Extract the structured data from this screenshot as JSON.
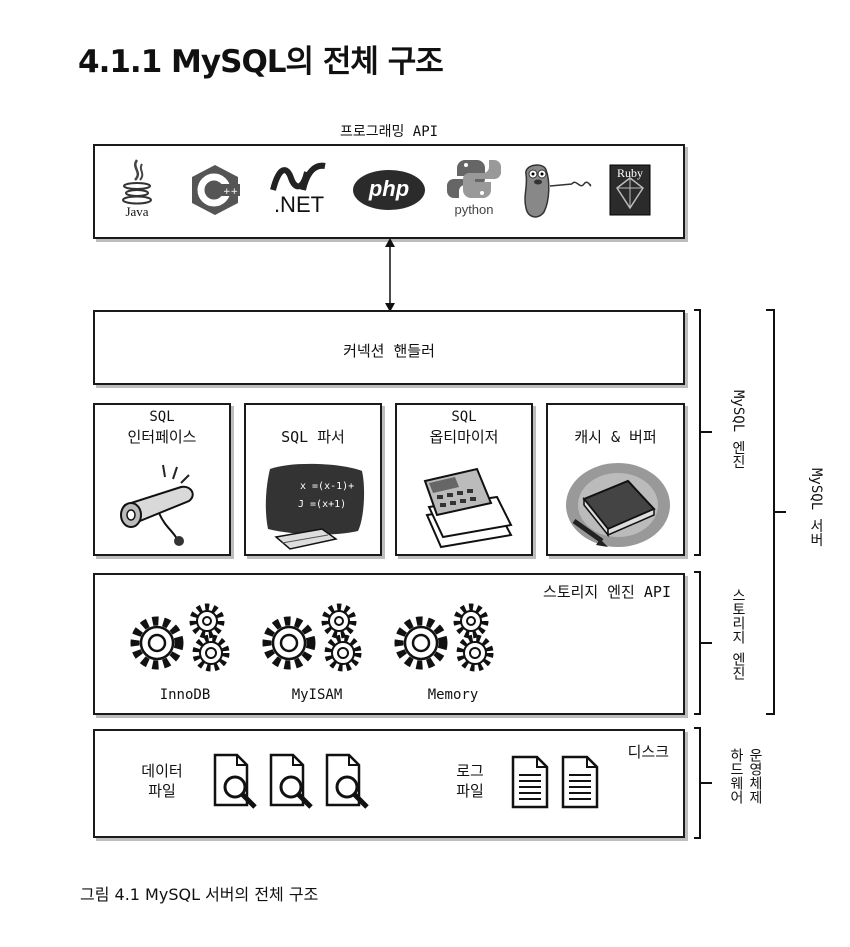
{
  "title": "4.1.1 MySQL의 전체 구조",
  "programming_api": {
    "label": "프로그래밍 API",
    "icons": [
      "java-icon",
      "c-plus-plus-icon",
      "dotnet-icon",
      "php-icon",
      "python-icon",
      "go-icon",
      "ruby-icon"
    ],
    "java_text": "Java",
    "dotnet_text": ".NET",
    "php_text": "php",
    "python_text": "python",
    "ruby_text": "Ruby"
  },
  "connection_handler": "커넥션 핸들러",
  "modules": [
    {
      "line1": "SQL",
      "line2": "인터페이스",
      "icon": "scroll-icon"
    },
    {
      "line1": "",
      "line2": "SQL 파서",
      "icon": "chalkboard-icon"
    },
    {
      "line1": "SQL",
      "line2": "옵티마이저",
      "icon": "calculator-icon"
    },
    {
      "line1": "",
      "line2": "캐시 & 버퍼",
      "icon": "notebook-icon"
    }
  ],
  "storage_engine": {
    "label": "스토리지 엔진 API",
    "engines": [
      "InnoDB",
      "MyISAM",
      "Memory"
    ]
  },
  "disk": {
    "label": "디스크",
    "data_files_line1": "데이터",
    "data_files_line2": "파일",
    "log_files_line1": "로그",
    "log_files_line2": "파일"
  },
  "side_labels": {
    "mysql_engine": "MySQL 엔진",
    "storage_engine": "스토리지 엔진",
    "mysql_server": "MySQL 서버",
    "os_hardware_line1": "운영체제",
    "os_hardware_line2": "하드웨어"
  },
  "caption": "그림 4.1 MySQL 서버의 전체 구조",
  "colors": {
    "border": "#1a1a1a",
    "shadow": "#bdbdbd"
  }
}
